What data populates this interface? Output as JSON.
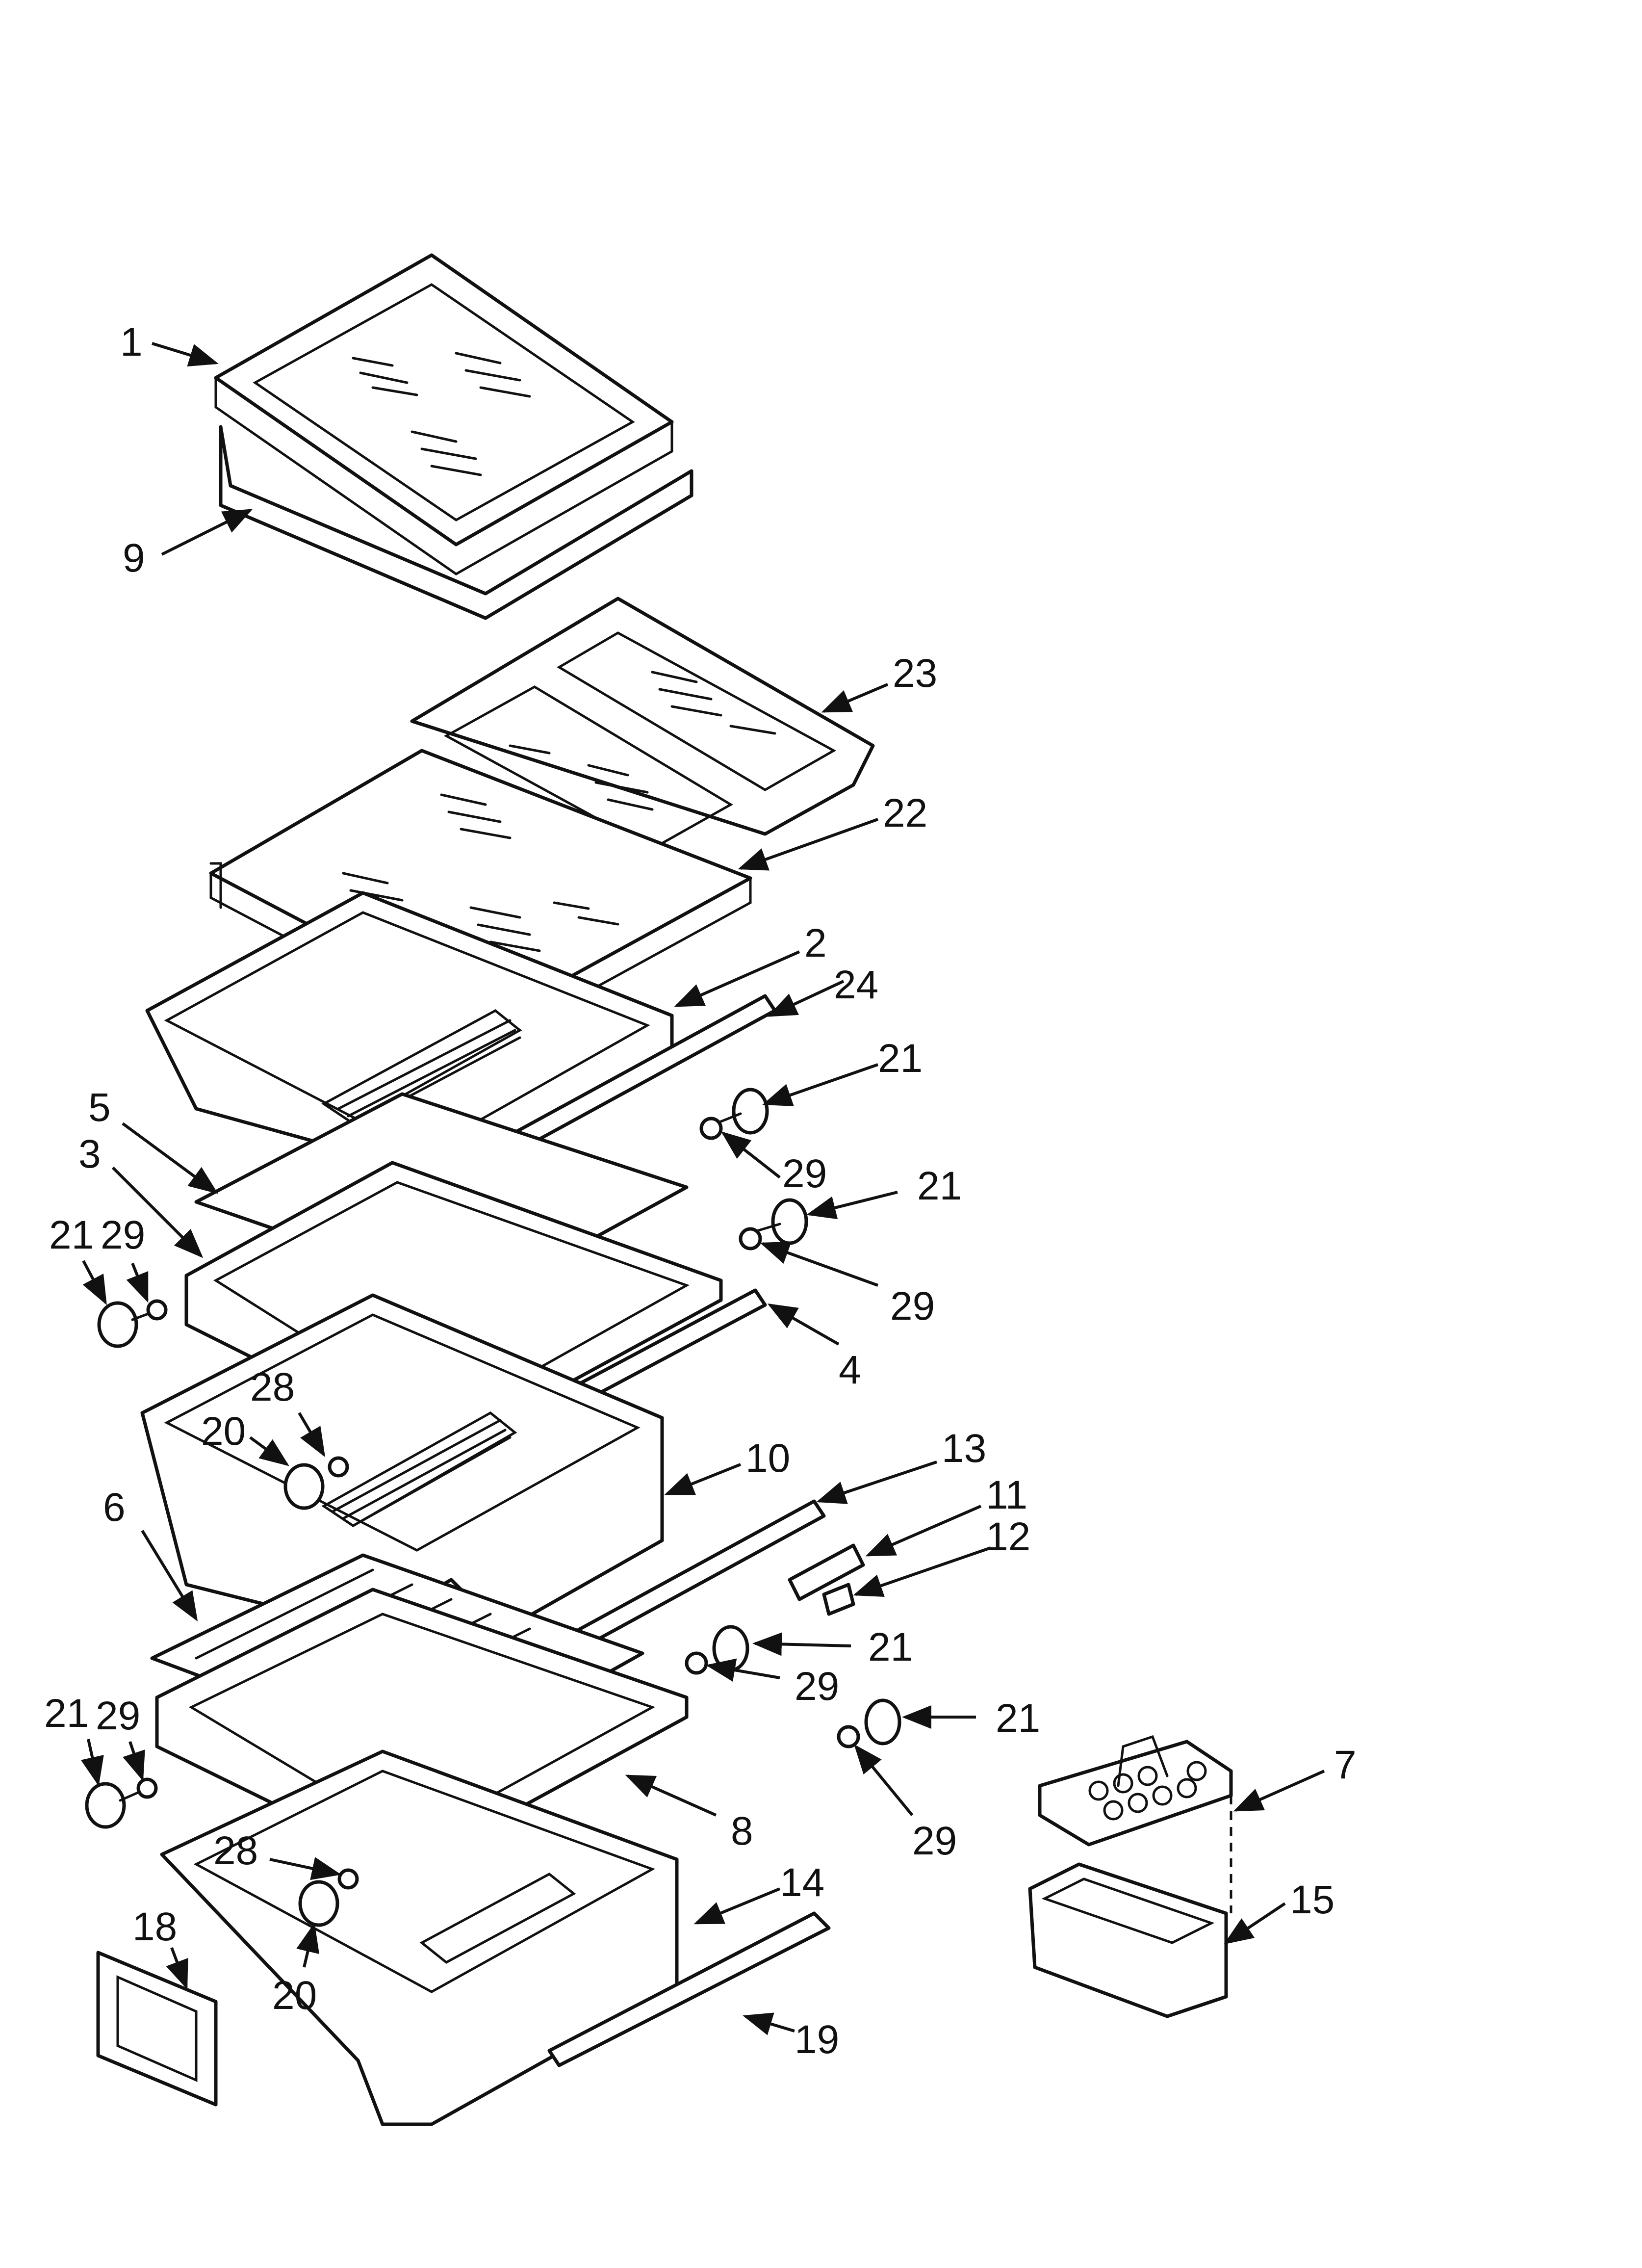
{
  "diagram": {
    "callouts": [
      {
        "id": "c1",
        "text": "1"
      },
      {
        "id": "c9",
        "text": "9"
      },
      {
        "id": "c23",
        "text": "23"
      },
      {
        "id": "c22",
        "text": "22"
      },
      {
        "id": "c2",
        "text": "2"
      },
      {
        "id": "c24",
        "text": "24"
      },
      {
        "id": "c21a",
        "text": "21"
      },
      {
        "id": "c5",
        "text": "5"
      },
      {
        "id": "c3",
        "text": "3"
      },
      {
        "id": "c29a",
        "text": "29"
      },
      {
        "id": "c21b",
        "text": "21"
      },
      {
        "id": "c21c",
        "text": "21"
      },
      {
        "id": "c29b",
        "text": "29"
      },
      {
        "id": "c29c",
        "text": "29"
      },
      {
        "id": "c4",
        "text": "4"
      },
      {
        "id": "c28a",
        "text": "28"
      },
      {
        "id": "c20a",
        "text": "20"
      },
      {
        "id": "c10",
        "text": "10"
      },
      {
        "id": "c13",
        "text": "13"
      },
      {
        "id": "c6",
        "text": "6"
      },
      {
        "id": "c11",
        "text": "11"
      },
      {
        "id": "c12",
        "text": "12"
      },
      {
        "id": "c21d",
        "text": "21"
      },
      {
        "id": "c29d",
        "text": "29"
      },
      {
        "id": "c21e",
        "text": "21"
      },
      {
        "id": "c29e",
        "text": "29"
      },
      {
        "id": "c21f",
        "text": "21"
      },
      {
        "id": "c29f",
        "text": "29"
      },
      {
        "id": "c8",
        "text": "8"
      },
      {
        "id": "c7",
        "text": "7"
      },
      {
        "id": "c28b",
        "text": "28"
      },
      {
        "id": "c14",
        "text": "14"
      },
      {
        "id": "c15",
        "text": "15"
      },
      {
        "id": "c18",
        "text": "18"
      },
      {
        "id": "c20b",
        "text": "20"
      },
      {
        "id": "c19",
        "text": "19"
      }
    ]
  }
}
